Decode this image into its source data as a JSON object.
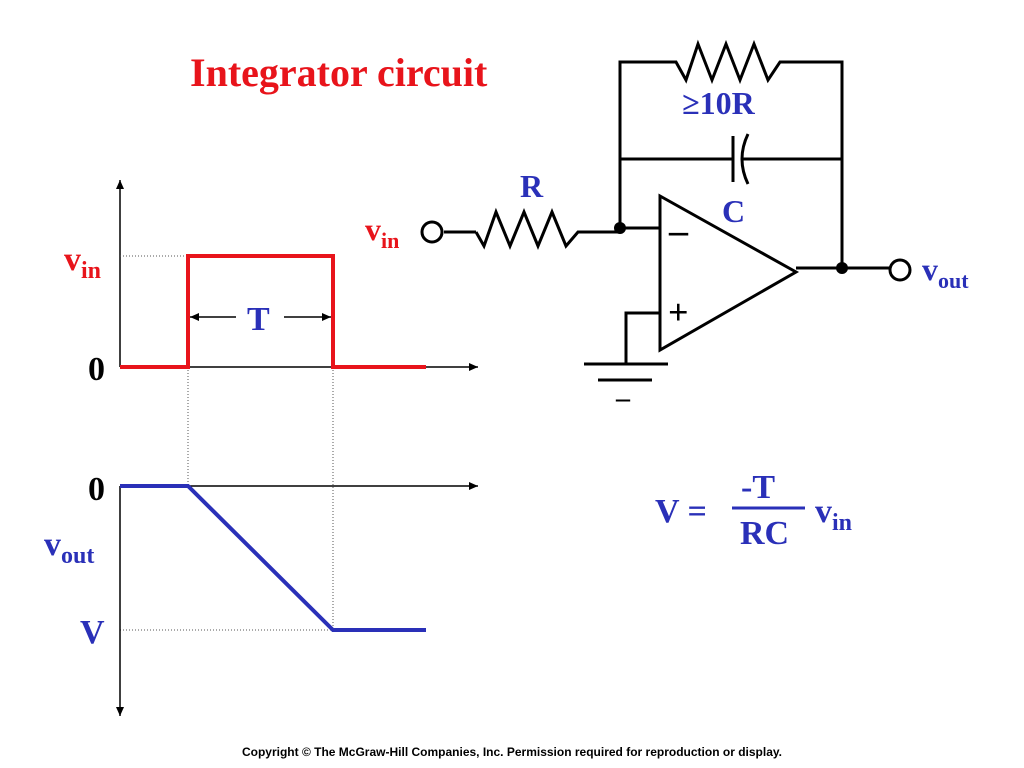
{
  "title": "Integrator circuit",
  "circuit": {
    "feedback_resistor_label": "≥10R",
    "input_resistor_label": "R",
    "capacitor_label": "C",
    "input_terminal": {
      "main": "v",
      "sub": "in"
    },
    "output_terminal": {
      "main": "v",
      "sub": "out"
    },
    "inverting_input_symbol": "–",
    "noninverting_input_symbol": "+",
    "ground_symbol": "–"
  },
  "waveforms": {
    "input": {
      "label_main": "v",
      "label_sub": "in",
      "zero_label": "0",
      "pulse_width_label": "T"
    },
    "output": {
      "label_main": "v",
      "label_sub": "out",
      "zero_label": "0",
      "final_label": "V"
    }
  },
  "equation": {
    "lhs": "V =",
    "numerator": "-T",
    "denominator": "RC",
    "factor_main": "v",
    "factor_sub": "in"
  },
  "copyright": "Copyright © The McGraw-Hill Companies, Inc. Permission required for reproduction or display.",
  "colors": {
    "input_signal": "#e8141b",
    "output_signal": "#2a30b8",
    "wire": "#000000"
  }
}
